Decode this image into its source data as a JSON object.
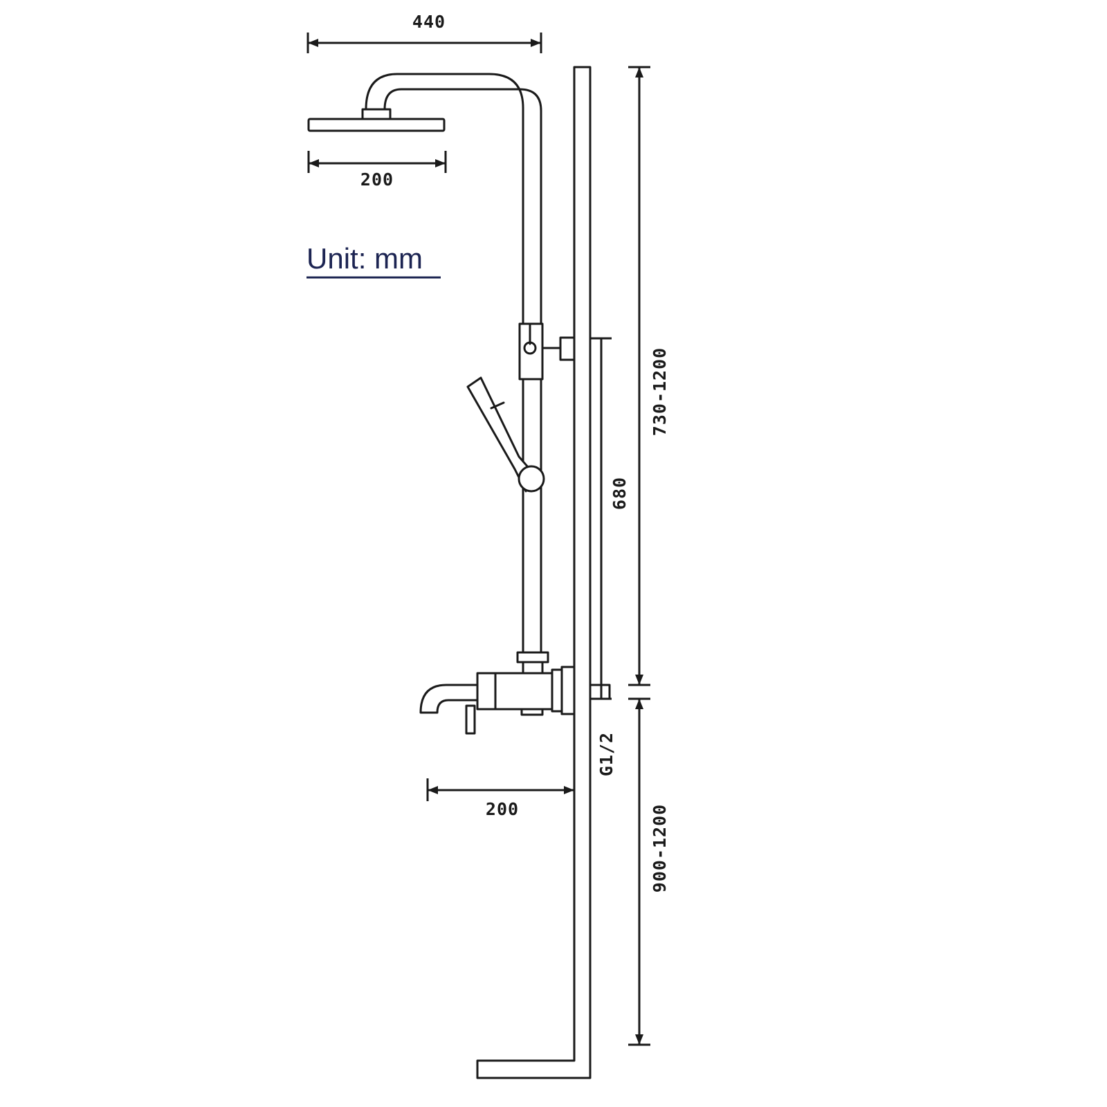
{
  "unit_label": "Unit: mm",
  "dimensions": {
    "arm_reach": "440",
    "head_width": "200",
    "upper_height": "730-1200",
    "slide_bar": "680",
    "inlet_thread": "G1/2",
    "spout_reach": "200",
    "lower_height": "900-1200"
  },
  "colors": {
    "line": "#1a1a1a",
    "unit_text": "#1c2452",
    "background": "#ffffff"
  }
}
